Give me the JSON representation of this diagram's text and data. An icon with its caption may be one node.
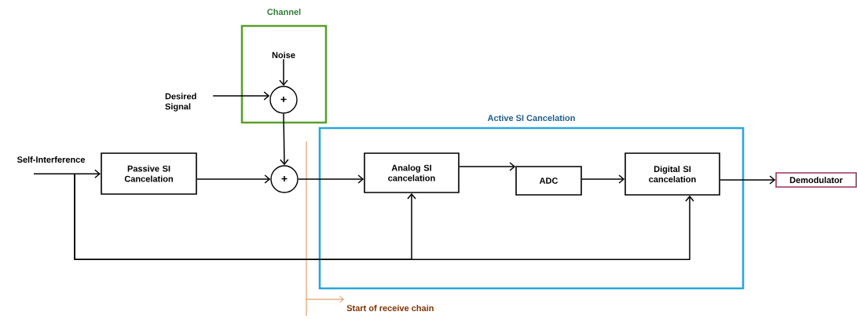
{
  "diagram": {
    "nodes": [
      {
        "text": [
          "Channel"
        ]
      },
      {
        "text": [
          "Noise"
        ],
        "in": 0
      },
      {
        "text": [
          "+"
        ],
        "in": 0
      },
      {
        "text": [
          "Desired Signal"
        ]
      },
      {
        "text": [
          "Self-Interference"
        ]
      },
      {
        "text": [
          "Passive SI Cancelation"
        ]
      },
      {
        "text": [
          "+"
        ]
      },
      {
        "text": [
          "Active SI Cancelation"
        ]
      },
      {
        "text": [
          "Analog SI cancelation"
        ],
        "in": 7
      },
      {
        "text": [
          "ADC"
        ],
        "in": 7
      },
      {
        "text": [
          "Digital SI cancelation"
        ],
        "in": 7
      },
      {
        "text": [
          "Demodulator"
        ]
      }
    ],
    "edges": [
      {
        "from": 1,
        "to": 2,
        "arrow": "to"
      },
      {
        "from": 3,
        "to": 2,
        "arrow": "to"
      },
      {
        "from": 2,
        "to": 6,
        "arrow": "to"
      },
      {
        "from": 4,
        "to": 5,
        "arrow": "to"
      },
      {
        "from": 5,
        "to": 6,
        "arrow": "to"
      },
      {
        "from": 6,
        "to": 8,
        "arrow": "to"
      },
      {
        "from": 8,
        "to": 9,
        "arrow": "to"
      },
      {
        "from": 9,
        "to": 10,
        "arrow": "to"
      },
      {
        "from": 10,
        "to": 11,
        "arrow": "to"
      },
      {
        "from": 4,
        "to": 8,
        "arrow": "to"
      },
      {
        "from": 4,
        "to": 10,
        "arrow": "to"
      }
    ],
    "labels": [
      "Start of receive chain"
    ]
  }
}
